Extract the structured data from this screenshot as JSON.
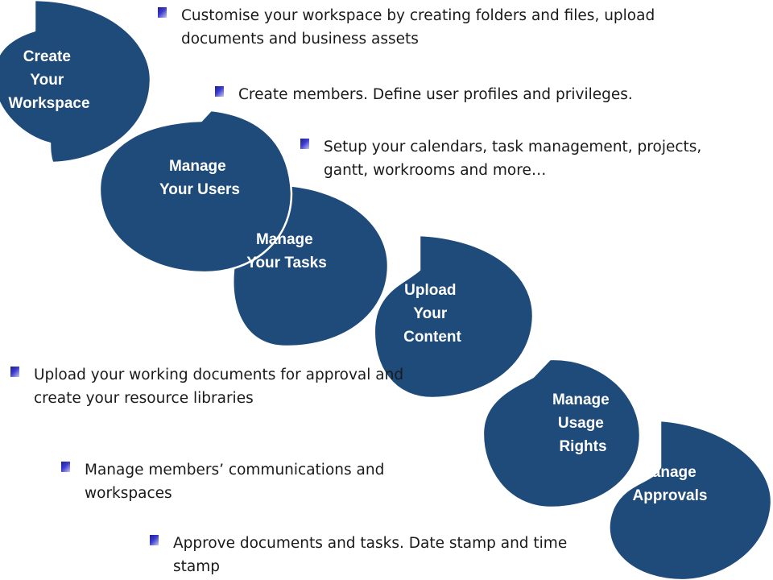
{
  "steps": [
    {
      "lines": [
        "Create",
        "Your",
        "Workspace"
      ]
    },
    {
      "lines": [
        "Manage",
        "Your Users"
      ]
    },
    {
      "lines": [
        "Manage",
        "Your Tasks"
      ]
    },
    {
      "lines": [
        "Upload",
        "Your",
        "Content"
      ]
    },
    {
      "lines": [
        "Manage",
        "Usage",
        "Rights"
      ]
    },
    {
      "lines": [
        "Manage",
        "Approvals"
      ]
    }
  ],
  "bullets": [
    {
      "text": "Customise your workspace by creating folders and files, upload documents and business assets"
    },
    {
      "text": "Create members.  Define user profiles and privileges."
    },
    {
      "text": "Setup your calendars, task management, projects, gantt, workrooms and more…"
    },
    {
      "text": "Upload your working documents for approval and create your resource libraries"
    },
    {
      "text": "Manage members’ communications and workspaces"
    },
    {
      "text": "Approve documents and tasks.  Date stamp and time stamp"
    }
  ],
  "colors": {
    "circle_fill": "#1f4b7a",
    "circle_stroke": "#ffffff",
    "label_text": "#ffffff",
    "bullet_marker": "#2a2aa8"
  }
}
